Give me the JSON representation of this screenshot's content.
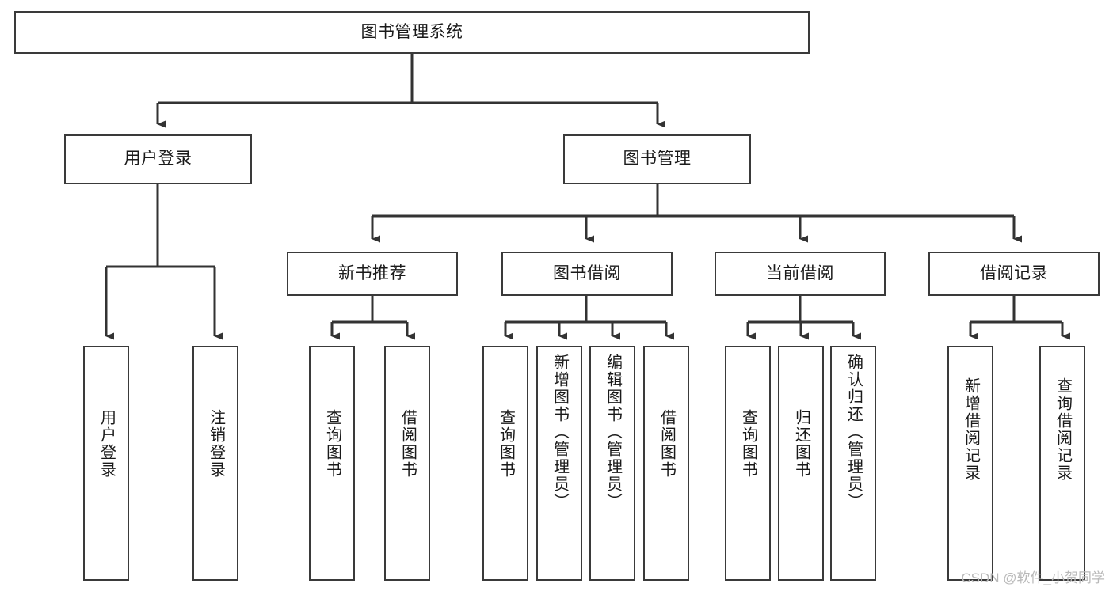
{
  "diagram": {
    "type": "tree-hierarchy",
    "title": "图书管理系统",
    "orientation": "top-down",
    "colors": {
      "box_border": "#3a3a3a",
      "box_fill": "#ffffff",
      "connector": "#333333",
      "text": "#1a1a1a",
      "watermark": "#b9b9b9"
    },
    "watermark": "CSDN @软件_小贺同学",
    "root": {
      "id": "root",
      "label": "图书管理系统"
    },
    "level2": [
      {
        "id": "user-login",
        "label": "用户登录"
      },
      {
        "id": "book-manage",
        "label": "图书管理"
      }
    ],
    "level3": [
      {
        "id": "new-book-rec",
        "label": "新书推荐",
        "parent": "book-manage"
      },
      {
        "id": "book-borrow",
        "label": "图书借阅",
        "parent": "book-manage"
      },
      {
        "id": "current-borrow",
        "label": "当前借阅",
        "parent": "book-manage"
      },
      {
        "id": "borrow-record",
        "label": "借阅记录",
        "parent": "book-manage"
      }
    ],
    "leaves": [
      {
        "id": "leaf-user-login",
        "label": "用户登录",
        "parent": "user-login"
      },
      {
        "id": "leaf-user-logout",
        "label": "注销登录",
        "parent": "user-login"
      },
      {
        "id": "leaf-query-book-1",
        "label": "查询图书",
        "parent": "new-book-rec"
      },
      {
        "id": "leaf-borrow-book-1",
        "label": "借阅图书",
        "parent": "new-book-rec"
      },
      {
        "id": "leaf-query-book-2",
        "label": "查询图书",
        "parent": "book-borrow"
      },
      {
        "id": "leaf-add-book",
        "label": "新增图书（管理员）",
        "parent": "book-borrow"
      },
      {
        "id": "leaf-edit-book",
        "label": "编辑图书（管理员）",
        "parent": "book-borrow"
      },
      {
        "id": "leaf-borrow-book-2",
        "label": "借阅图书",
        "parent": "book-borrow"
      },
      {
        "id": "leaf-query-book-3",
        "label": "查询图书",
        "parent": "current-borrow"
      },
      {
        "id": "leaf-return-book",
        "label": "归还图书",
        "parent": "current-borrow"
      },
      {
        "id": "leaf-confirm-return",
        "label": "确认归还（管理员）",
        "parent": "current-borrow"
      },
      {
        "id": "leaf-add-record",
        "label": "新增借阅记录",
        "parent": "borrow-record"
      },
      {
        "id": "leaf-query-record",
        "label": "查询借阅记录",
        "parent": "borrow-record"
      }
    ]
  }
}
